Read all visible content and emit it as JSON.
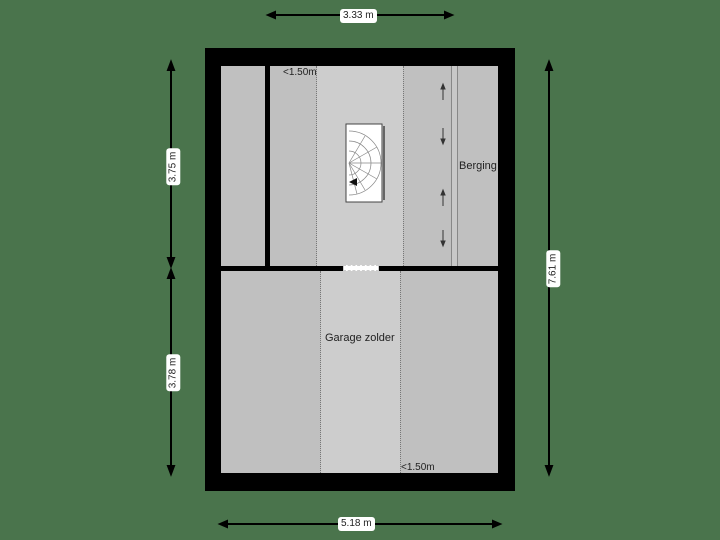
{
  "dimensions": {
    "top_width": "3.33 m",
    "bottom_width": "5.18 m",
    "left_upper_height": "3.75 m",
    "left_lower_height": "3.78 m",
    "right_total_height": "7.61 m"
  },
  "rooms": {
    "berging": "Berging",
    "garage_zolder": "Garage zolder"
  },
  "annotations": {
    "low_height_top": "<1.50m",
    "low_height_bottom": "<1.50m"
  },
  "colors": {
    "background": "#4a744c",
    "wall": "#000000",
    "room": "#c0c0c0",
    "room_light": "#cdcdcd"
  }
}
